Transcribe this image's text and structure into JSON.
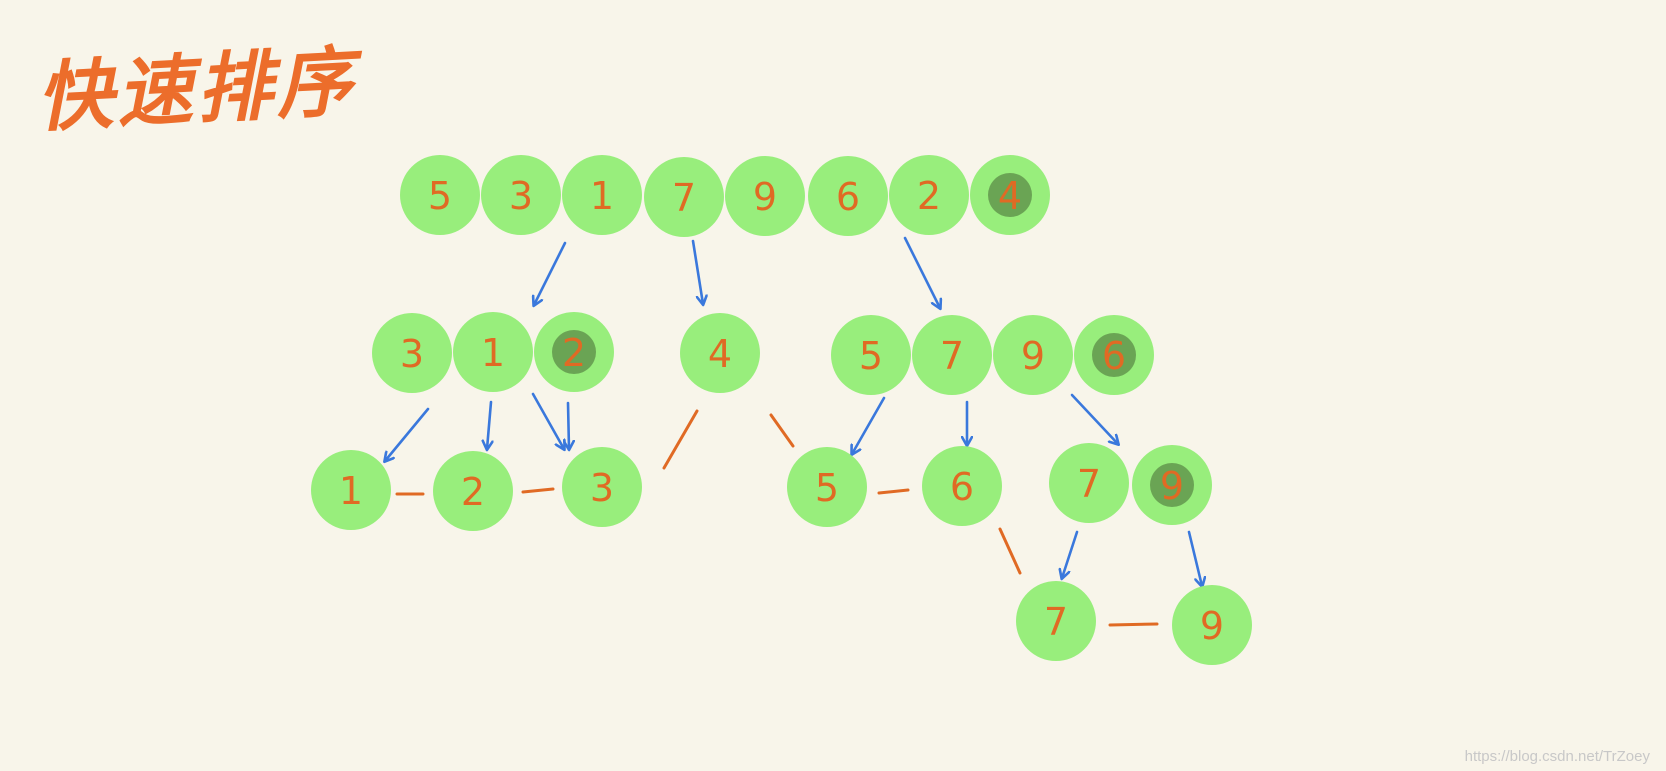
{
  "title": "快速排序",
  "watermark": "https://blog.csdn.net/TrZoey",
  "colors": {
    "node_fill": "#98ee7c",
    "pivot_inner": "#6aa454",
    "digit": "#e06a24",
    "arrow": "#3a78dc",
    "link": "#e06a24"
  },
  "rows": [
    {
      "name": "row-0",
      "nodes": [
        {
          "label": "5"
        },
        {
          "label": "3"
        },
        {
          "label": "1"
        },
        {
          "label": "7"
        },
        {
          "label": "9"
        },
        {
          "label": "6"
        },
        {
          "label": "2"
        },
        {
          "label": "4",
          "pivot": true
        }
      ]
    },
    {
      "name": "row-1",
      "nodes": [
        {
          "label": "3"
        },
        {
          "label": "1"
        },
        {
          "label": "2",
          "pivot": true
        },
        {
          "label": "4"
        },
        {
          "label": "5"
        },
        {
          "label": "7"
        },
        {
          "label": "9"
        },
        {
          "label": "6",
          "pivot": true
        }
      ]
    },
    {
      "name": "row-2",
      "nodes": [
        {
          "label": "1"
        },
        {
          "label": "2"
        },
        {
          "label": "3"
        },
        {
          "label": "5"
        },
        {
          "label": "6"
        },
        {
          "label": "7"
        },
        {
          "label": "9",
          "pivot": true
        }
      ]
    },
    {
      "name": "row-3",
      "nodes": [
        {
          "label": "7"
        },
        {
          "label": "9"
        }
      ]
    }
  ]
}
